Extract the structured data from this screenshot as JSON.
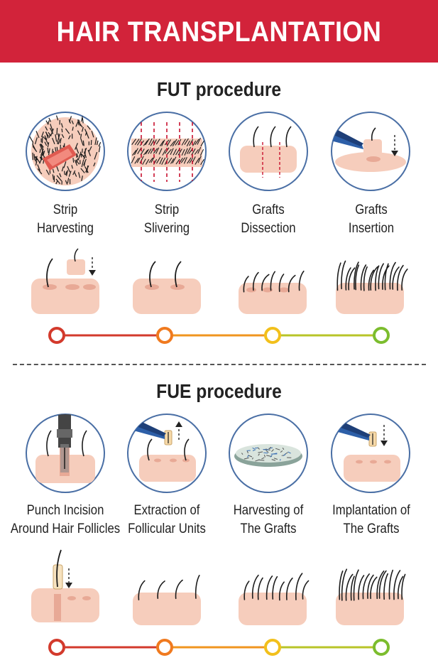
{
  "header": {
    "title": "HAIR TRANSPLANTATION"
  },
  "fut": {
    "title": "FUT procedure",
    "steps": [
      {
        "line1": "Strip",
        "line2": "Harvesting"
      },
      {
        "line1": "Strip",
        "line2": "Slivering"
      },
      {
        "line1": "Grafts",
        "line2": "Dissection"
      },
      {
        "line1": "Grafts",
        "line2": "Insertion"
      }
    ]
  },
  "fue": {
    "title": "FUE procedure",
    "steps": [
      {
        "line1": "Punch Incision",
        "line2": "Around Hair Follicles"
      },
      {
        "line1": "Extraction of",
        "line2": "Follicular Units"
      },
      {
        "line1": "Harvesting of",
        "line2": "The Grafts"
      },
      {
        "line1": "Implantation of",
        "line2": "The Grafts"
      }
    ]
  },
  "colors": {
    "header": "#d2233a",
    "skin": "#f6cdbc",
    "skin_dark": "#e8a996",
    "hair": "#1c1c1c",
    "circle_border": "#4a6fa5",
    "timeline": [
      "#d33a2c",
      "#f07a1f",
      "#f2c01c",
      "#7cbd2e"
    ]
  }
}
